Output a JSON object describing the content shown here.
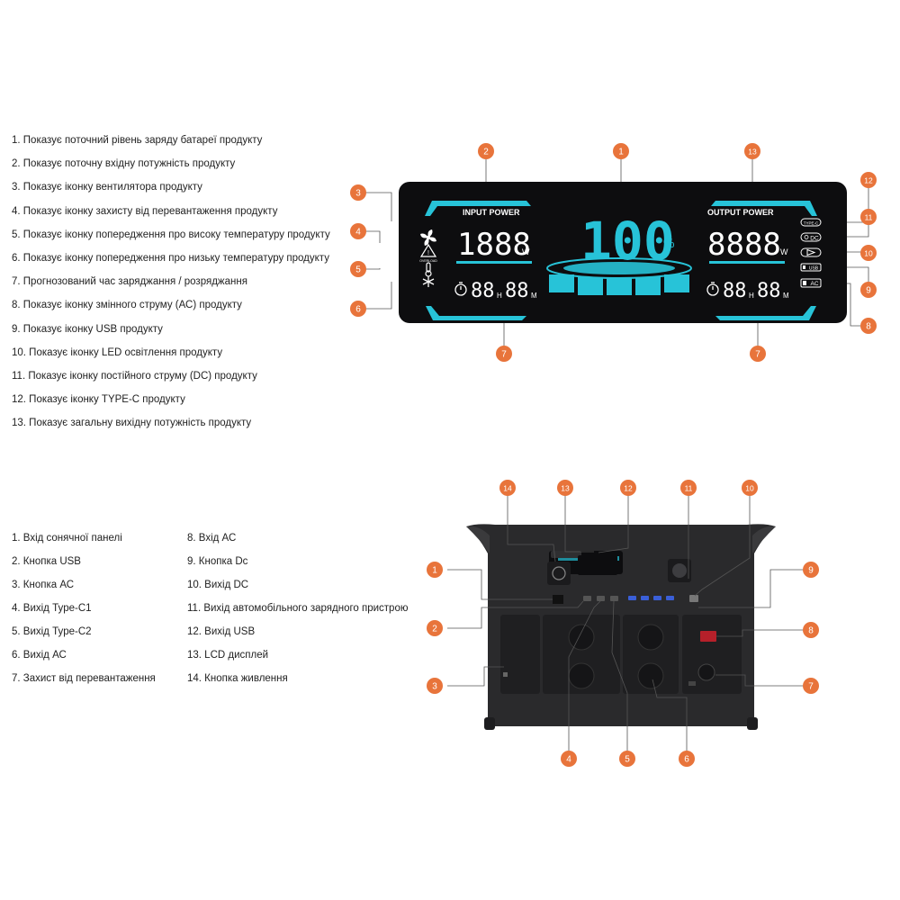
{
  "display_legend": [
    "1. Показує поточний рівень заряду батареї продукту",
    "2. Показує поточну вхідну потужність продукту",
    "3. Показує іконку вентилятора продукту",
    "4. Показує іконку захисту від перевантаження продукту",
    "5. Показує іконку попередження про високу температуру продукту",
    "6. Показує іконку попередження про низьку температуру продукту",
    "7.  Прогнозований час заряджання / розряджання",
    "8. Показує іконку змінного струму (АС) продукту",
    "9. Показує іконку USB продукту",
    "10. Показує іконку LED освітлення продукту",
    "11. Показує іконку постійного струму (DC) продукту",
    "12. Показує іконку TYPE-C продукту",
    "13. Показує загальну вихідну потужність продукту"
  ],
  "device_legend_left": [
    "1. Вхід сонячної панелі",
    "2. Кнопка USB",
    "3. Кнопка АС",
    "4. Вихід Type-C1",
    "5. Вихід Type-C2",
    "6. Вихід АС",
    "7. Захист від перевантаження"
  ],
  "device_legend_right": [
    "8. Вхід АС",
    "9. Кнопка Dc",
    "10. Вихід DC",
    "11. Вихід автомобільного зарядного пристрою",
    "12. Вихід USB",
    "13. LCD дисплей",
    "14. Кнопка живлення"
  ],
  "lcd": {
    "input_label": "INPUT POWER",
    "output_label": "OUTPUT POWER",
    "input_value": "1888",
    "output_value": "8888",
    "watt_unit": "W",
    "battery_percent": "100",
    "percent_sign": "%",
    "time_digits_a": "88",
    "time_digits_b": "88",
    "hour_unit": "H",
    "minute_unit": "M",
    "overload_text": "OVERLOAD",
    "port_labels": [
      "TYPE-C",
      "DC",
      "",
      "USB",
      "AC"
    ]
  },
  "callout_numbers_display": [
    "1",
    "2",
    "3",
    "4",
    "5",
    "6",
    "7",
    "7",
    "8",
    "9",
    "10",
    "11",
    "12",
    "13"
  ],
  "callout_numbers_device": [
    "1",
    "2",
    "3",
    "4",
    "5",
    "6",
    "7",
    "8",
    "9",
    "10",
    "11",
    "12",
    "13",
    "14"
  ],
  "colors": {
    "callout": "#e8743b",
    "lcd_bg": "#0d0d0f",
    "lcd_accent": "#27c3d8",
    "device_body": "#2a2a2c"
  }
}
